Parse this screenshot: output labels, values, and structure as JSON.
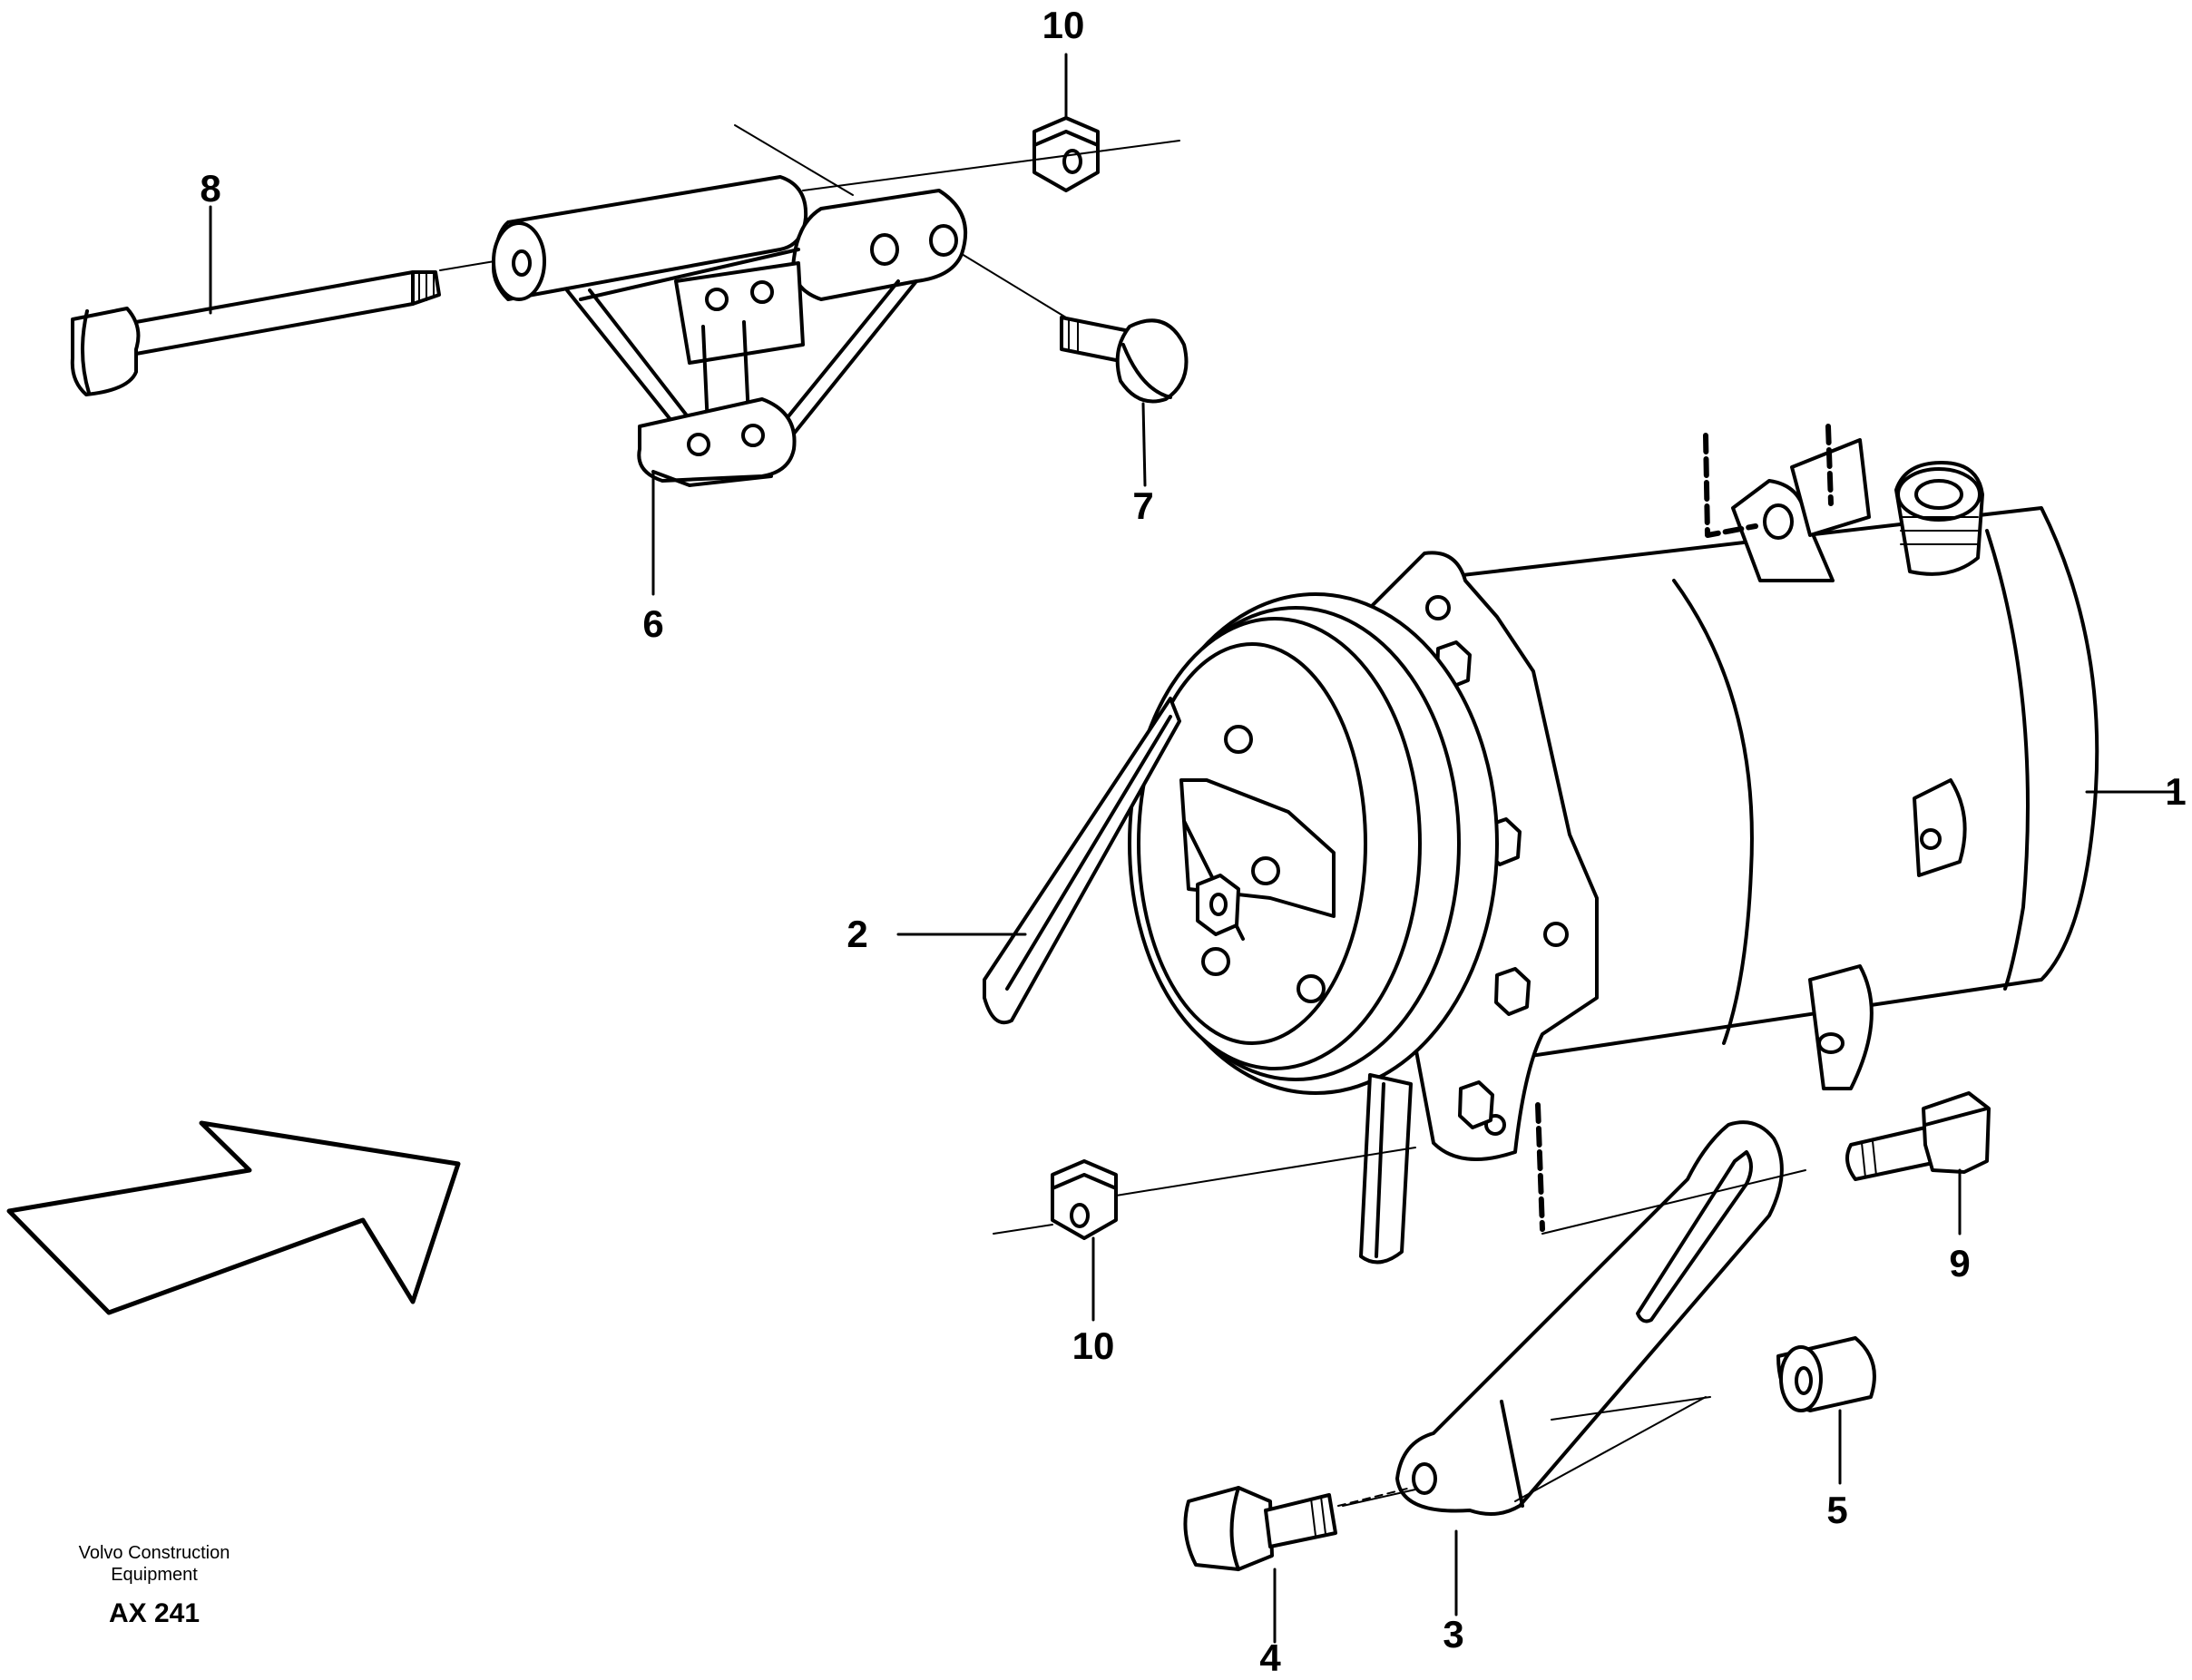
{
  "callouts": {
    "c1": "1",
    "c2": "2",
    "c3": "3",
    "c4": "4",
    "c5": "5",
    "c6": "6",
    "c7": "7",
    "c8": "8",
    "c9": "9",
    "c10_top": "10",
    "c10_bottom": "10"
  },
  "footer": {
    "maker_line1": "Volvo Construction",
    "maker_line2": "Equipment",
    "code": "AX 241"
  }
}
